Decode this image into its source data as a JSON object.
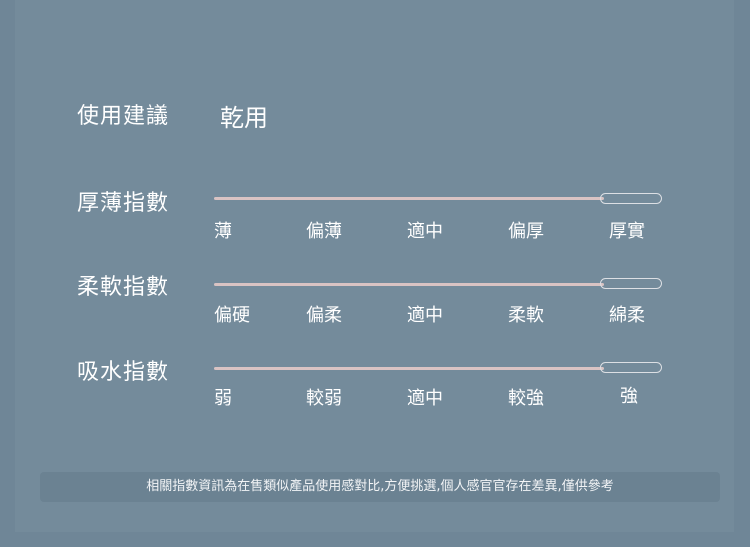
{
  "usage": {
    "label": "使用建議",
    "value": "乾用"
  },
  "rows": [
    {
      "label": "厚薄指數",
      "ticks": [
        "薄",
        "偏薄",
        "適中",
        "偏厚",
        "厚實"
      ]
    },
    {
      "label": "柔軟指數",
      "ticks": [
        "偏硬",
        "偏柔",
        "適中",
        "柔軟",
        "綿柔"
      ]
    },
    {
      "label": "吸水指數",
      "ticks": [
        "弱",
        "較弱",
        "適中",
        "較強",
        "強"
      ]
    }
  ],
  "footer": {
    "text": "相關指數資訊為在售類似產品使用感對比,方便挑選,個人感官官存在差異,僅供參考"
  },
  "colors": {
    "background": "#6f8697",
    "track": "#d9c3c3",
    "pill_border": "#dcdfe4"
  }
}
